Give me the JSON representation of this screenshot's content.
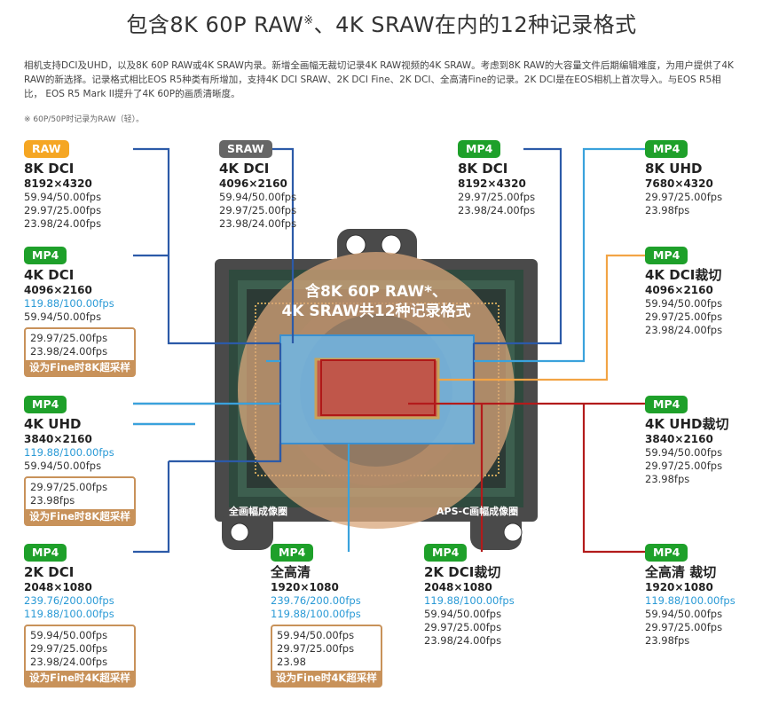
{
  "title": "包含8K 60P RAW",
  "title_mark": "※",
  "title_rest": "、4K SRAW在内的12种记录格式",
  "intro": "相机支持DCI及UHD，以及8K 60P RAW或4K SRAW内录。新增全画幅无裁切记录4K RAW视频的4K SRAW。考虑到8K RAW的大容量文件后期编辑难度，为用户提供了4K RAW的新选择。记录格式相比EOS R5种类有所增加，支持4K DCI SRAW、2K DCI Fine、2K DCI、全高清Fine的记录。2K DCI是在EOS相机上首次导入。与EOS R5相比， EOS R5 Mark II提升了4K 60P的画质清晰度。",
  "note": "※ 60P/50P时记录为RAW（轻）。",
  "sensor": {
    "center_line1": "含8K 60P RAW*、",
    "center_line2": "4K SRAW共12种记录格式",
    "full_frame_label": "全画幅成像圈",
    "apsc_label": "APS-C画幅成像圈"
  },
  "colors": {
    "raw": "#f5a623",
    "sraw": "#666666",
    "mp4": "#1ea02a",
    "fine": "#c8925a",
    "blue_fps": "#2a9ad6"
  },
  "formats": [
    {
      "id": "raw-8k-dci",
      "badge": "RAW",
      "name": "8K DCI",
      "res": "8192×4320",
      "fps": [
        "59.94/50.00fps",
        "29.97/25.00fps",
        "23.98/24.00fps"
      ]
    },
    {
      "id": "sraw-4k-dci",
      "badge": "SRAW",
      "name": "4K DCI",
      "res": "4096×2160",
      "fps": [
        "59.94/50.00fps",
        "29.97/25.00fps",
        "23.98/24.00fps"
      ]
    },
    {
      "id": "mp4-8k-dci",
      "badge": "MP4",
      "name": "8K DCI",
      "res": "8192×4320",
      "fps": [
        "29.97/25.00fps",
        "23.98/24.00fps"
      ]
    },
    {
      "id": "mp4-8k-uhd",
      "badge": "MP4",
      "name": "8K UHD",
      "res": "7680×4320",
      "fps": [
        "29.97/25.00fps",
        "23.98fps"
      ]
    },
    {
      "id": "mp4-4k-dci",
      "badge": "MP4",
      "name": "4K DCI",
      "res": "4096×2160",
      "fps_blue": [
        "119.88/100.00fps"
      ],
      "fps": [
        "59.94/50.00fps"
      ],
      "fine_fps": [
        "29.97/25.00fps",
        "23.98/24.00fps"
      ],
      "fine_label": "设为Fine时8K超采样"
    },
    {
      "id": "mp4-4k-dci-crop",
      "badge": "MP4",
      "name": "4K DCI裁切",
      "res": "4096×2160",
      "fps": [
        "59.94/50.00fps",
        "29.97/25.00fps",
        "23.98/24.00fps"
      ]
    },
    {
      "id": "mp4-4k-uhd",
      "badge": "MP4",
      "name": "4K UHD",
      "res": "3840×2160",
      "fps_blue": [
        "119.88/100.00fps"
      ],
      "fps": [
        "59.94/50.00fps"
      ],
      "fine_fps": [
        "29.97/25.00fps",
        "23.98fps"
      ],
      "fine_label": "设为Fine时8K超采样"
    },
    {
      "id": "mp4-4k-uhd-crop",
      "badge": "MP4",
      "name": "4K UHD裁切",
      "res": "3840×2160",
      "fps": [
        "59.94/50.00fps",
        "29.97/25.00fps",
        "23.98fps"
      ]
    },
    {
      "id": "mp4-2k-dci",
      "badge": "MP4",
      "name": "2K DCI",
      "res": "2048×1080",
      "fps_blue": [
        "239.76/200.00fps",
        "119.88/100.00fps"
      ],
      "fine_fps": [
        "59.94/50.00fps",
        "29.97/25.00fps",
        "23.98/24.00fps"
      ],
      "fine_label": "设为Fine时4K超采样"
    },
    {
      "id": "mp4-full-hd",
      "badge": "MP4",
      "name": "全高清",
      "res": "1920×1080",
      "fps_blue": [
        "239.76/200.00fps",
        "119.88/100.00fps"
      ],
      "fine_fps": [
        "59.94/50.00fps",
        "29.97/25.00fps",
        "23.98"
      ],
      "fine_label": "设为Fine时4K超采样"
    },
    {
      "id": "mp4-2k-dci-crop",
      "badge": "MP4",
      "name": "2K DCI裁切",
      "res": "2048×1080",
      "fps_blue": [
        "119.88/100.00fps"
      ],
      "fps": [
        "59.94/50.00fps",
        "29.97/25.00fps",
        "23.98/24.00fps"
      ]
    },
    {
      "id": "mp4-full-hd-crop",
      "badge": "MP4",
      "name": "全高清 裁切",
      "res": "1920×1080",
      "fps_blue": [
        "119.88/100.00fps"
      ],
      "fps": [
        "59.94/50.00fps",
        "29.97/25.00fps",
        "23.98fps"
      ]
    }
  ]
}
